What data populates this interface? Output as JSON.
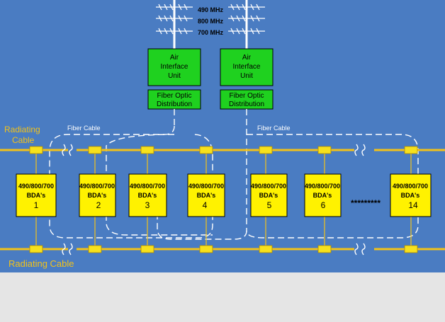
{
  "colors": {
    "background": "#4a7cc2",
    "lower_panel": "#e5e5e5",
    "cable": "#f2c21a",
    "cable_label": "#f2c21a",
    "coupler": "#f7e11c",
    "green_unit": "#1fd11f",
    "bda_fill": "#fff200",
    "fiber": "#ffffff",
    "text_dark": "#000000",
    "text_light": "#ffffff"
  },
  "labels": {
    "radiating_cable_top_line1": "Radiating",
    "radiating_cable_top_line2": "Cable",
    "radiating_cable_bottom": "Radiating Cable",
    "fiber_cable_left": "Fiber Cable",
    "fiber_cable_right": "Fiber Cable",
    "ellipsis": "*********"
  },
  "antenna": {
    "frequencies": [
      "490 MHz",
      "800 MHz",
      "700 MHz"
    ]
  },
  "air_units": [
    {
      "line1": "Air",
      "line2": "Interface",
      "line3": "Unit",
      "dist1": "Fiber Optic",
      "dist2": "Distribution"
    },
    {
      "line1": "Air",
      "line2": "Interface",
      "line3": "Unit",
      "dist1": "Fiber Optic",
      "dist2": "Distribution"
    }
  ],
  "bdas": [
    {
      "bands": "490/800/700",
      "type": "BDA's",
      "number": "1"
    },
    {
      "bands": "490/800/700",
      "type": "BDA's",
      "number": "2"
    },
    {
      "bands": "490/800/700",
      "type": "BDA's",
      "number": "3"
    },
    {
      "bands": "490/800/700",
      "type": "BDA's",
      "number": "4"
    },
    {
      "bands": "490/800/700",
      "type": "BDA's",
      "number": "5"
    },
    {
      "bands": "490/800/700",
      "type": "BDA's",
      "number": "6"
    },
    {
      "bands": "490/800/700",
      "type": "BDA's",
      "number": "14"
    }
  ]
}
